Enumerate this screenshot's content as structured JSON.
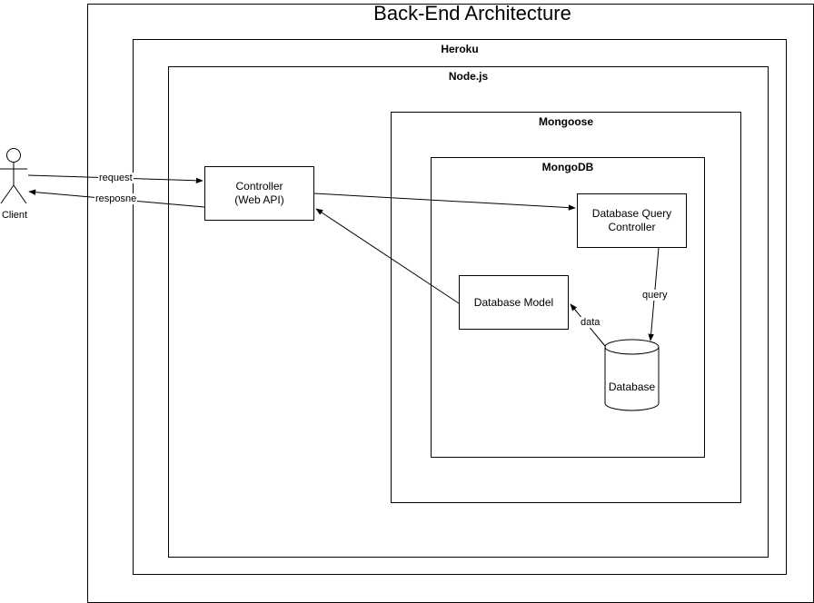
{
  "title": "Back-End Architecture",
  "frames": {
    "heroku": "Heroku",
    "nodejs": "Node.js",
    "mongoose": "Mongoose",
    "mongodb": "MongoDB"
  },
  "actor": {
    "label": "Client"
  },
  "nodes": {
    "controller": "Controller\n(Web API)",
    "query_controller": "Database Query\nController",
    "model": "Database Model",
    "database": "Database"
  },
  "edges": {
    "request": "request",
    "response": "resposne",
    "query": "query",
    "data": "data"
  }
}
